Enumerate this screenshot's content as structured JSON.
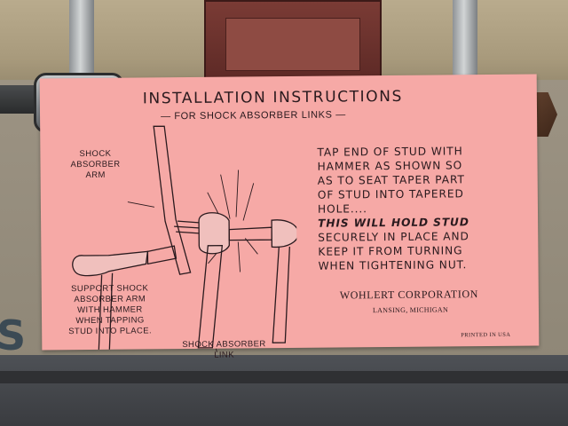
{
  "sheet": {
    "title": "INSTALLATION INSTRUCTIONS",
    "subtitle": "— FOR SHOCK ABSORBER LINKS —",
    "instructions": [
      "TAP END OF STUD WITH",
      "HAMMER AS SHOWN SO",
      "AS TO SEAT TAPER PART",
      "OF STUD INTO TAPERED",
      "HOLE....",
      "THIS WILL HOLD STUD",
      "SECURELY IN PLACE AND",
      "KEEP IT FROM TURNING",
      "WHEN TIGHTENING NUT."
    ],
    "label_arm": [
      "SHOCK",
      "ABSORBER",
      "ARM"
    ],
    "label_support": [
      "SUPPORT SHOCK",
      "ABSORBER ARM",
      "WITH HAMMER",
      "WHEN TAPPING",
      "STUD INTO PLACE."
    ],
    "label_link": [
      "SHOCK ABSORBER",
      "LINK"
    ],
    "company": "WOHLERT CORPORATION",
    "location": "LANSING, MICHIGAN",
    "printed": "PRINTED IN USA"
  },
  "colors": {
    "sheet": "#f6a9a6",
    "ink": "#2a1a1e",
    "background_box": "#9c9383"
  }
}
